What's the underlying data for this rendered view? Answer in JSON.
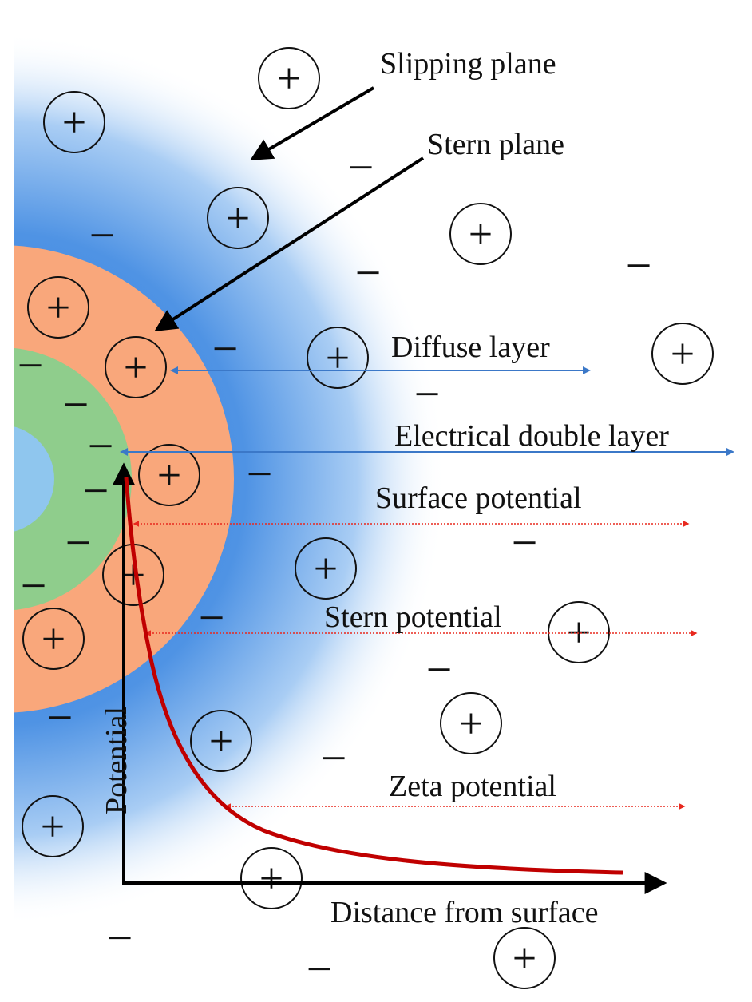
{
  "labels": {
    "slipping_plane": "Slipping plane",
    "stern_plane": "Stern plane",
    "diffuse_layer": "Diffuse layer",
    "electrical_double_layer": "Electrical double layer",
    "surface_potential": "Surface potential",
    "stern_potential": "Stern potential",
    "zeta_potential": "Zeta potential",
    "x_axis": "Distance from surface",
    "y_axis": "Potential"
  },
  "colors": {
    "particle_core": "#8fc6ee",
    "charged_surface": "#8fcd8c",
    "stern_layer": "#f9a77b",
    "diffuse_cloud": "#4a90e2",
    "potential_curve": "#c00000",
    "measure_arrows_red": "#e8281e",
    "measure_arrows_blue": "#3b78c8"
  },
  "ions": {
    "positive_symbol": "+",
    "negative_symbol": "−"
  }
}
